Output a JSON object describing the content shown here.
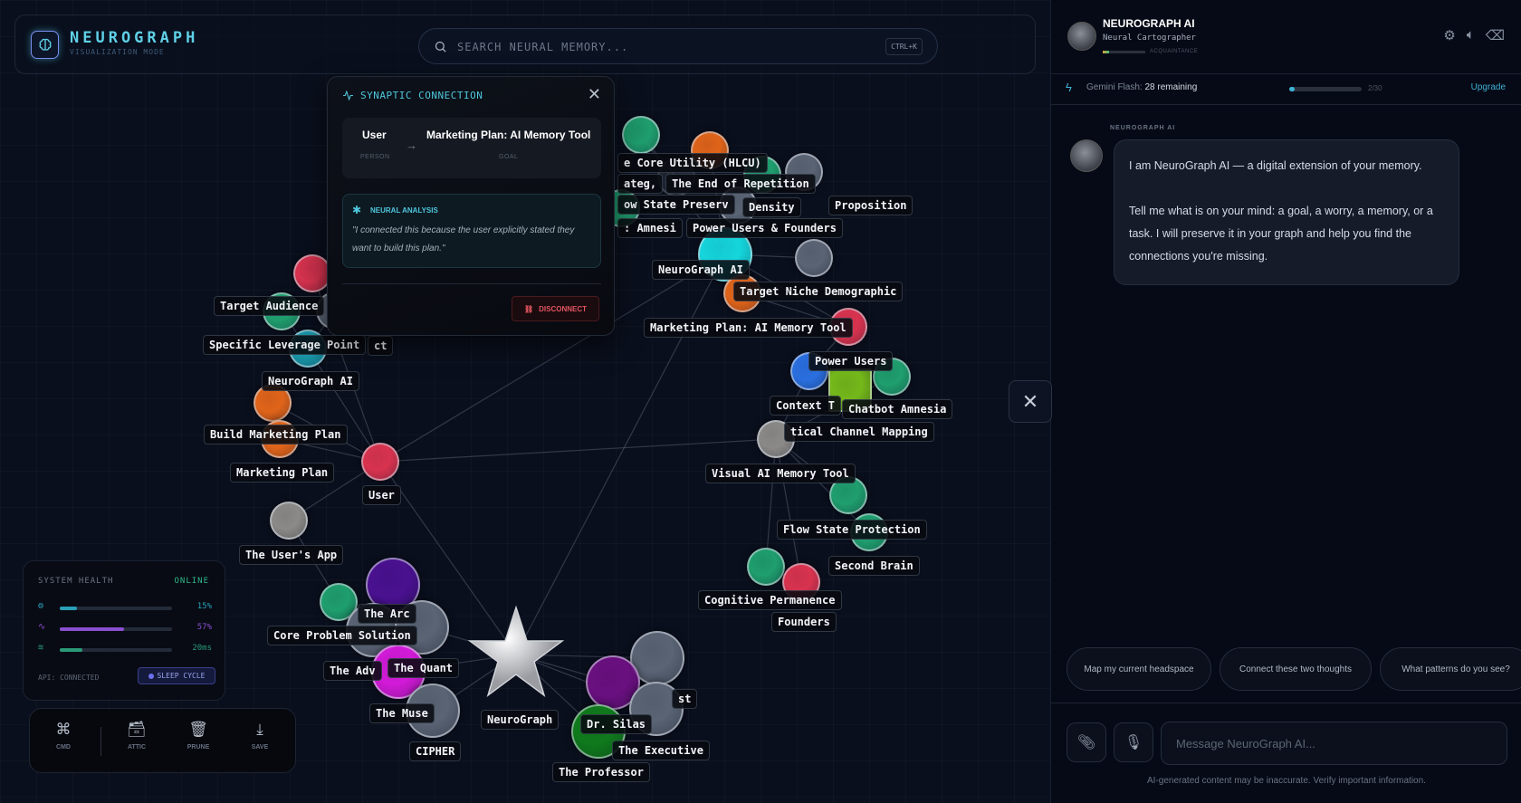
{
  "header": {
    "title": "NEUROGRAPH",
    "subtitle": "VISUALIZATION MODE",
    "search_placeholder": "SEARCH NEURAL MEMORY...",
    "search_shortcut": "CTRL+K"
  },
  "popup": {
    "title": "SYNAPTIC CONNECTION",
    "source": {
      "name": "User",
      "type": "PERSON"
    },
    "target": {
      "name": "Marketing Plan: AI Memory Tool",
      "type": "GOAL"
    },
    "analysis_heading": "NEURAL ANALYSIS",
    "analysis_text": "\"I connected this because the user explicitly stated they want to build this plan.\"",
    "disconnect_label": "DISCONNECT"
  },
  "graph": {
    "nodes": [
      {
        "color": "#1f9e6e"
      },
      {
        "color": "#e0641a"
      },
      {
        "color": "#3a4250"
      },
      {
        "color": "#1f9e6e"
      },
      {
        "color": "#5a6474"
      },
      {
        "color": "#5a6474"
      },
      {
        "color": "#1f9e6e"
      },
      {
        "color": "#15d6dc"
      },
      {
        "color": "#5a6474"
      },
      {
        "color": "#e0641a"
      },
      {
        "color": "#d8334f"
      },
      {
        "color": "#2a6fe0"
      },
      {
        "color": "#1f9e6e"
      },
      {
        "color": "#74b81a"
      },
      {
        "color": "#8c8a88"
      },
      {
        "color": "#1f9e6e"
      },
      {
        "color": "#1f9e6e"
      },
      {
        "color": "#1f9e6e"
      },
      {
        "color": "#d8334f"
      },
      {
        "color": "#d8334f"
      },
      {
        "color": "#1f9e6e"
      },
      {
        "color": "#5a6474"
      },
      {
        "color": "#1896a8"
      },
      {
        "color": "#e0641a"
      },
      {
        "color": "#e0641a"
      },
      {
        "color": "#d8334f"
      },
      {
        "color": "#8c8a88"
      },
      {
        "color": "#4a1190"
      },
      {
        "color": "#1f9e6e"
      },
      {
        "color": "#5a6474"
      },
      {
        "color": "#5a6474"
      },
      {
        "color": "#d21ad8"
      },
      {
        "color": "#5a6474"
      },
      {
        "color": "#e4e6ea"
      },
      {
        "color": "#5a6474"
      },
      {
        "color": "#6a1080"
      },
      {
        "color": "#5a6474"
      },
      {
        "color": "#0f7a1c"
      }
    ],
    "labels": [
      {
        "text": "e Core Utility (HLCU)"
      },
      {
        "text": "ateg,"
      },
      {
        "text": "ow State Preserv"
      },
      {
        "text": ": Amnesi"
      },
      {
        "text": "The End of Repetition"
      },
      {
        "text": "Density"
      },
      {
        "text": "Proposition"
      },
      {
        "text": "Power Users & Founders"
      },
      {
        "text": "NeuroGraph AI"
      },
      {
        "text": "Target Niche Demographic"
      },
      {
        "text": "Marketing Plan: AI Memory Tool"
      },
      {
        "text": "Power Users"
      },
      {
        "text": "Context T"
      },
      {
        "text": "Chatbot Amnesia"
      },
      {
        "text": "tical Channel Mapping"
      },
      {
        "text": "Visual AI Memory Tool"
      },
      {
        "text": "Flow State Protection"
      },
      {
        "text": "Second Brain"
      },
      {
        "text": "Cognitive Permanence"
      },
      {
        "text": "Founders"
      },
      {
        "text": "Target Audience"
      },
      {
        "text": "ct"
      },
      {
        "text": "Specific Leverage Point"
      },
      {
        "text": "NeuroGraph AI"
      },
      {
        "text": "Build Marketing Plan"
      },
      {
        "text": "Marketing Plan"
      },
      {
        "text": "User"
      },
      {
        "text": "The User's App"
      },
      {
        "text": "The Arc"
      },
      {
        "text": "Core Problem Solution"
      },
      {
        "text": "The Adv"
      },
      {
        "text": "The Quant"
      },
      {
        "text": "The Muse"
      },
      {
        "text": "CIPHER"
      },
      {
        "text": "NeuroGraph"
      },
      {
        "text": "st"
      },
      {
        "text": "Dr. Silas"
      },
      {
        "text": "The Executive"
      },
      {
        "text": "The Professor"
      }
    ],
    "edges": [
      [
        25,
        7
      ],
      [
        25,
        14
      ],
      [
        25,
        33
      ],
      [
        25,
        23
      ],
      [
        25,
        24
      ],
      [
        25,
        26
      ],
      [
        25,
        22
      ],
      [
        25,
        19
      ],
      [
        33,
        7
      ],
      [
        33,
        31
      ],
      [
        33,
        32
      ],
      [
        33,
        30
      ],
      [
        33,
        35
      ],
      [
        33,
        36
      ],
      [
        33,
        37
      ],
      [
        33,
        34
      ],
      [
        7,
        5
      ],
      [
        7,
        0
      ],
      [
        7,
        1
      ],
      [
        7,
        9
      ],
      [
        7,
        10
      ],
      [
        14,
        15
      ],
      [
        14,
        17
      ],
      [
        14,
        18
      ],
      [
        14,
        16
      ],
      [
        14,
        11
      ],
      [
        9,
        10
      ],
      [
        26,
        28
      ],
      [
        22,
        20
      ],
      [
        22,
        21
      ],
      [
        0,
        2
      ],
      [
        8,
        7
      ],
      [
        12,
        14
      ],
      [
        10,
        11
      ]
    ]
  },
  "system_health": {
    "title": "SYSTEM HEALTH",
    "status": "ONLINE",
    "status_color": "#2fb888",
    "metrics": [
      {
        "icon": "cpu-icon",
        "value_label": "15%",
        "fraction": 0.15,
        "color": "#2aa0b8"
      },
      {
        "icon": "activity-icon",
        "value_label": "57%",
        "fraction": 0.57,
        "color": "#8a4fd0"
      },
      {
        "icon": "wifi-icon",
        "value_label": "20ms",
        "fraction": 0.2,
        "color": "#2a9a78"
      }
    ],
    "api_status": "API: CONNECTED",
    "sleep_label": "SLEEP CYCLE"
  },
  "toolbar": {
    "cmd": "CMD",
    "attic": "ATTIC",
    "prune": "PRUNE",
    "save": "SAVE"
  },
  "panel": {
    "title": "NEUROGRAPH AI",
    "subtitle": "Neural Cartographer",
    "relationship": "ACQUAINTANCE",
    "relationship_fraction": 0.14,
    "quota_label": "Gemini Flash:",
    "quota_remaining": "28 remaining",
    "quota_count": "2/30",
    "quota_fraction": 0.067,
    "upgrade": "Upgrade",
    "sender": "NEUROGRAPH AI",
    "message_p1": "I am NeuroGraph AI — a digital extension of your memory.",
    "message_p2": "Tell me what is on your mind: a goal, a worry, a memory, or a task. I will preserve it in your graph and help you find the connections you're missing.",
    "suggestions": [
      "Map my current headspace",
      "Connect these two thoughts",
      "What patterns do you see?"
    ],
    "input_placeholder": "Message NeuroGraph AI...",
    "disclaimer": "AI-generated content may be inaccurate. Verify important information."
  }
}
